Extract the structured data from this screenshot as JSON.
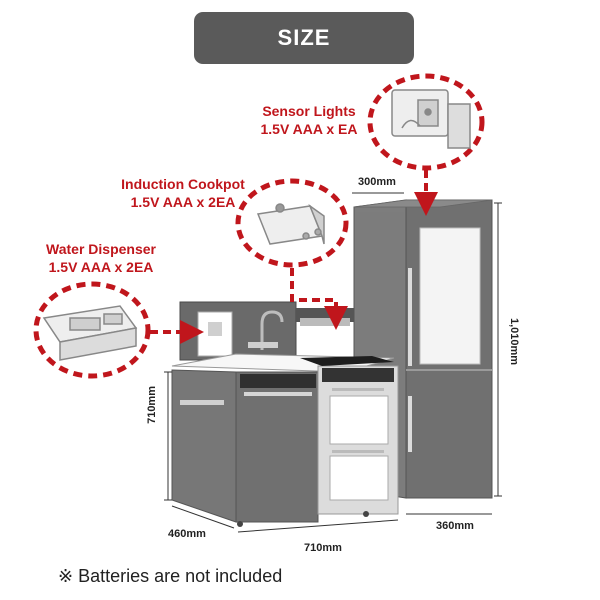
{
  "header": {
    "title": "SIZE"
  },
  "callouts": {
    "sensor_lights": {
      "name": "Sensor Lights",
      "battery": "1.5V AAA x EA"
    },
    "induction_cookpot": {
      "name": "Induction Cookpot",
      "battery": "1.5V AAA x 2EA"
    },
    "water_dispenser": {
      "name": "Water Dispenser",
      "battery": "1.5V AAA x 2EA"
    }
  },
  "dimensions": {
    "fridge_depth": "300mm",
    "fridge_height": "1,010mm",
    "counter_height": "710mm",
    "counter_depth": "460mm",
    "counter_width": "710mm",
    "fridge_width": "360mm"
  },
  "footnote": "※ Batteries are not included",
  "colors": {
    "accent_red": "#c0161c",
    "cabinet_gray": "#6f6f6f",
    "title_bg": "#5a5a5a"
  }
}
